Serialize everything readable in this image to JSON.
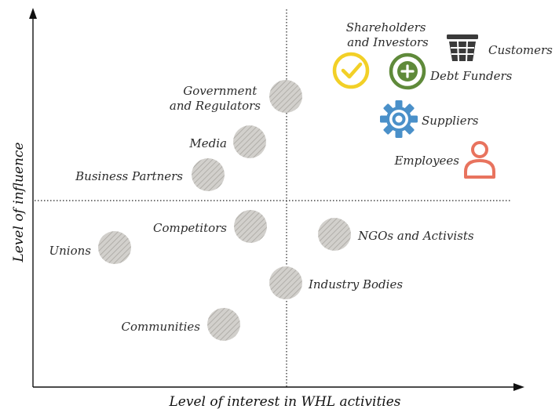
{
  "axes": {
    "x_label": "Level of interest in WHL activities",
    "y_label": "Level of influence"
  },
  "stakeholders": {
    "government": {
      "line1": "Government",
      "line2": "and Regulators"
    },
    "media": "Media",
    "business_partners": "Business Partners",
    "competitors": "Competitors",
    "unions": "Unions",
    "ngos": "NGOs and Activists",
    "industry_bodies": "Industry Bodies",
    "communities": "Communities",
    "shareholders": {
      "line1": "Shareholders",
      "line2": "and Investors"
    },
    "customers": "Customers",
    "debt_funders": "Debt Funders",
    "suppliers": "Suppliers",
    "employees": "Employees"
  },
  "icons": {
    "shareholders": {
      "name": "checkmark-circle-icon",
      "color": "#f2d027"
    },
    "debt_funders": {
      "name": "plus-circle-icon",
      "color": "#5f8a3a"
    },
    "customers": {
      "name": "basket-icon",
      "color": "#3a3a3a"
    },
    "suppliers": {
      "name": "gear-icon",
      "color": "#4a90c9"
    },
    "employees": {
      "name": "person-icon",
      "color": "#e8735e"
    },
    "placeholder": {
      "name": "hatched-circle-icon",
      "color": "#bdbdbd"
    }
  }
}
